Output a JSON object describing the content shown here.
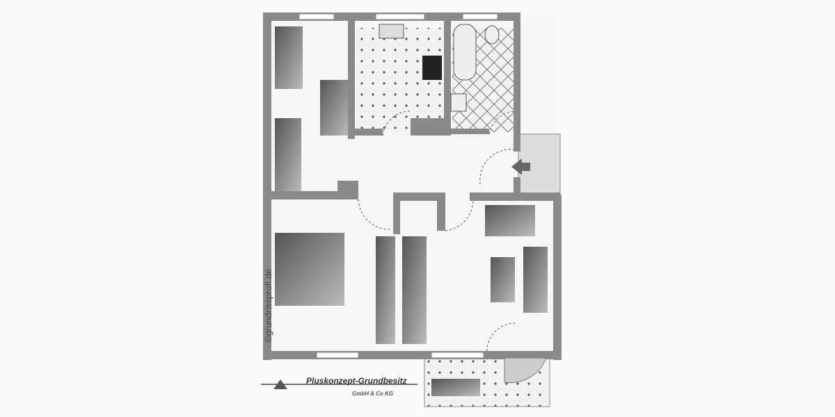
{
  "watermark": "©grundrissprofi.de",
  "logo": {
    "name": "Pluskonzept-Grundbesitz",
    "subtitle": "GmbH & Co KG"
  },
  "colors": {
    "wall": "#8a8a8a",
    "floor": "#f4f4f4",
    "furniture": "#6a6a6a"
  }
}
